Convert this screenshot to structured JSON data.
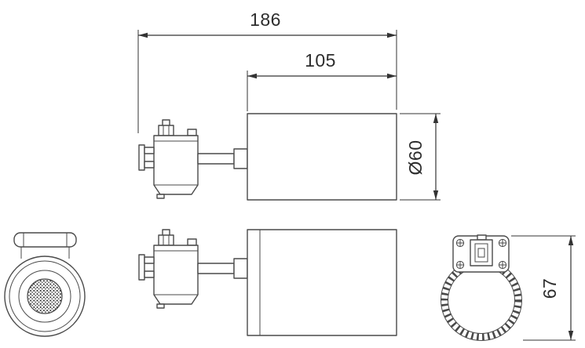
{
  "dimensions": {
    "overall_length": "186",
    "body_length": "105",
    "body_diameter": "Ø60",
    "rear_height": "67"
  },
  "colors": {
    "background": "#ffffff",
    "geometry_line": "#4a4a4a",
    "dimension_line": "#333333",
    "text": "#2d2d2d"
  }
}
